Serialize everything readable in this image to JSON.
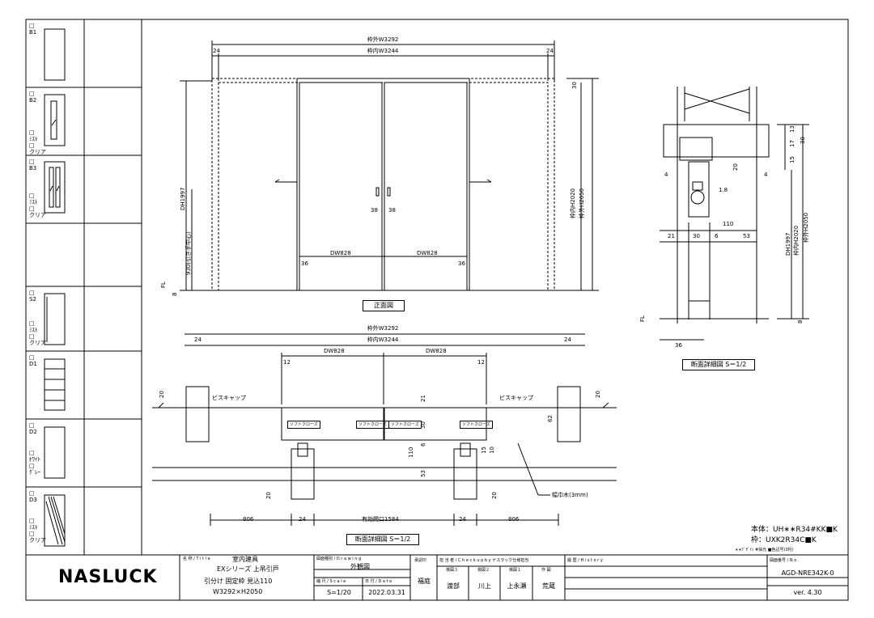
{
  "sidebar": {
    "items": [
      {
        "code": "B1",
        "lines": []
      },
      {
        "code": "B2",
        "lines": [
          "ﾐｽﾄ",
          "クリア"
        ]
      },
      {
        "code": "B3",
        "lines": [
          "ﾐｽﾄ",
          "クリア"
        ]
      },
      {
        "code": "S2",
        "lines": [
          "ﾐｽﾄ",
          "クリア"
        ]
      },
      {
        "code": "D1",
        "lines": []
      },
      {
        "code": "D2",
        "lines": [
          "ﾎﾜｲﾄ",
          "ｸﾞﾚｰ"
        ]
      },
      {
        "code": "D3",
        "lines": [
          "ﾐｽﾄ",
          "クリア"
        ]
      }
    ]
  },
  "front": {
    "dims": {
      "outer_w": "枠外W3292",
      "inner_w": "枠内W3244",
      "side24_l": "24",
      "side24_r": "24",
      "dh": "DH1997",
      "handle": "930(引き手中心)",
      "handle_gap_l": "38",
      "handle_gap_r": "38",
      "dw_l": "DW828",
      "dw_r": "DW828",
      "n36_l": "36",
      "n36_r": "36",
      "fl": "FL",
      "n8": "8",
      "n30": "30",
      "inner_h": "枠内H2020",
      "outer_h": "枠外H2050"
    },
    "caption": "正面図"
  },
  "plan": {
    "dims": {
      "outer_w": "枠外W3292",
      "inner_w": "枠内W3244",
      "n24_l": "24",
      "n24_r": "24",
      "dw_l": "DW828",
      "dw_r": "DW828",
      "n12_l": "12",
      "n12_r": "12",
      "n20_tl": "20",
      "n20_tr": "20",
      "n21": "21",
      "n30": "30",
      "n6": "6",
      "n110": "110",
      "n53": "53",
      "n62": "62",
      "n15": "15",
      "n10": "10",
      "n20_bl": "20",
      "n20_br": "20",
      "n806_l": "806",
      "n24_bl": "24",
      "opening": "有効開口1584",
      "n24_br": "24",
      "n806_r": "806"
    },
    "labels": {
      "cap_l": "ビスキャップ",
      "cap_r": "ビスキャップ",
      "soft": "ソフトクローズ",
      "habaki": "幅巾木(3mm)"
    },
    "caption": "断面詳細図 S＝1/2"
  },
  "section": {
    "dims": {
      "n13": "13",
      "n17": "17",
      "n30": "30",
      "n15": "15",
      "n20": "20",
      "n4_l": "4",
      "n4_r": "4",
      "n1_8": "1.8",
      "n110": "110",
      "n21": "21",
      "n30b": "30",
      "n6": "6",
      "n53": "53",
      "dh": "DH1997",
      "inner_h": "枠内H2020",
      "outer_h": "枠外H2050",
      "n8": "8",
      "n36": "36",
      "fl": "FL"
    },
    "caption": "断面詳細図 S＝1/2"
  },
  "spec": {
    "body": "本体：UH∗∗R34#KK■K",
    "frame": "枠：UXK2R34C■K",
    "note": "∗∗ﾃﾞｻﾞｲﾝ #採光 ■色記号(3桁)"
  },
  "title_block": {
    "logo": "NASLUCK",
    "name_hdr": "名 称 / T i t l e",
    "name1": "室内建具",
    "name2": "EXシリーズ 上吊引戸",
    "name3": "引分け 固定枠 見込110",
    "name4": "W3292×H2050",
    "draw_hdr": "図面種別 / D r a w i n g",
    "draw": "外観図",
    "scale_hdr": "縮 尺 / S c a l e",
    "scale": "S=1/20",
    "date_hdr": "日 付 / D a t e",
    "date": "2022.03.31",
    "office_hdr": "承認印",
    "office": "福庭",
    "check_hdr": "担 当 者 / C h e c k  u p  b y  ナスラック仕様担当",
    "roles": [
      "検図３",
      "検図２",
      "検図１",
      "作 図"
    ],
    "names": [
      "渡部",
      "川上",
      "上永瀬",
      "荒蔵"
    ],
    "hist_hdr": "履 歴 / H i s t o r y",
    "dwgno_hdr": "図面番号 / N o .",
    "dwgno": "AGD-NRE342K-0",
    "ver": "ver. 4.30"
  }
}
